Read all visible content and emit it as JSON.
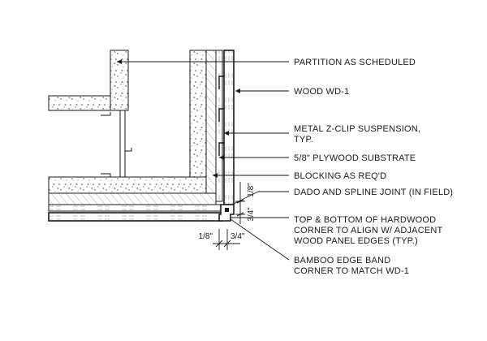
{
  "callouts": [
    {
      "id": "partition",
      "lines": [
        "PARTITION AS SCHEDULED"
      ]
    },
    {
      "id": "wood",
      "lines": [
        "WOOD WD-1"
      ]
    },
    {
      "id": "zclip",
      "lines": [
        "METAL Z-CLIP SUSPENSION,",
        "TYP."
      ]
    },
    {
      "id": "plywood",
      "lines": [
        "5/8\" PLYWOOD SUBSTRATE"
      ]
    },
    {
      "id": "blocking",
      "lines": [
        "BLOCKING AS REQ'D"
      ]
    },
    {
      "id": "dado",
      "lines": [
        "DADO AND SPLINE JOINT (IN FIELD)"
      ]
    },
    {
      "id": "topbottom",
      "lines": [
        "TOP & BOTTOM OF HARDWOOD",
        "CORNER TO ALIGN W/ ADJACENT",
        "WOOD PANEL EDGES (TYP.)"
      ]
    },
    {
      "id": "bamboo",
      "lines": [
        "BAMBOO EDGE BAND",
        "CORNER TO MATCH WD-1"
      ]
    }
  ],
  "dimensions": {
    "vertical_top": "1/8\"",
    "vertical_bottom": "3/4\"",
    "horizontal_left": "1/8\"",
    "horizontal_right": "3/4\""
  },
  "colors": {
    "ink": "#1a1a1a",
    "hatch": "#555555",
    "background": "#ffffff"
  }
}
